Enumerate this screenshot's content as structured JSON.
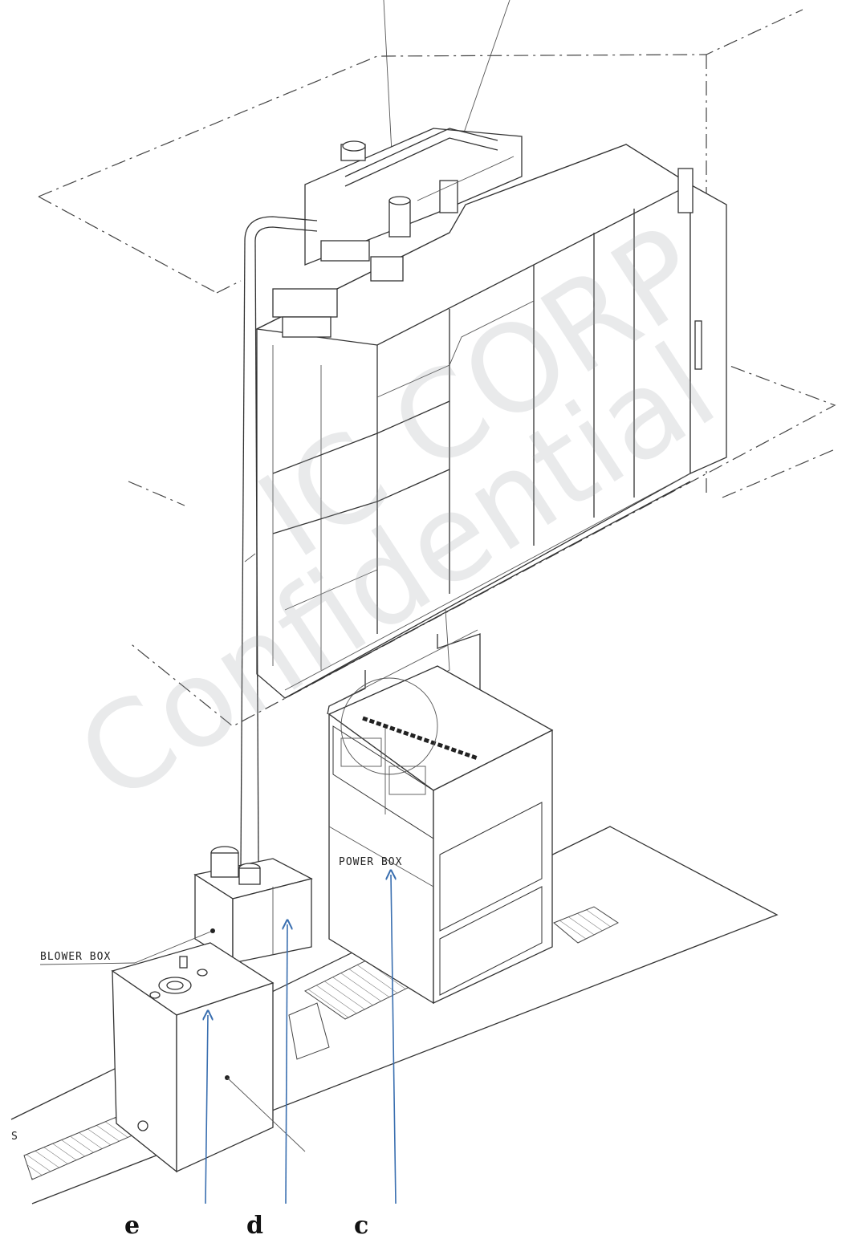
{
  "labels": {
    "power_box": "POWER BOX",
    "blower_box": "BLOWER BOX",
    "edge_s": "S"
  },
  "callouts": {
    "c": "c",
    "d": "d",
    "e": "e"
  },
  "watermark": {
    "line1": "IC CORP",
    "line2": "Confidential"
  },
  "colors": {
    "callout_arrow": "#3a6fb0",
    "line_art": "#333333",
    "watermark": "#9aa0a6"
  }
}
